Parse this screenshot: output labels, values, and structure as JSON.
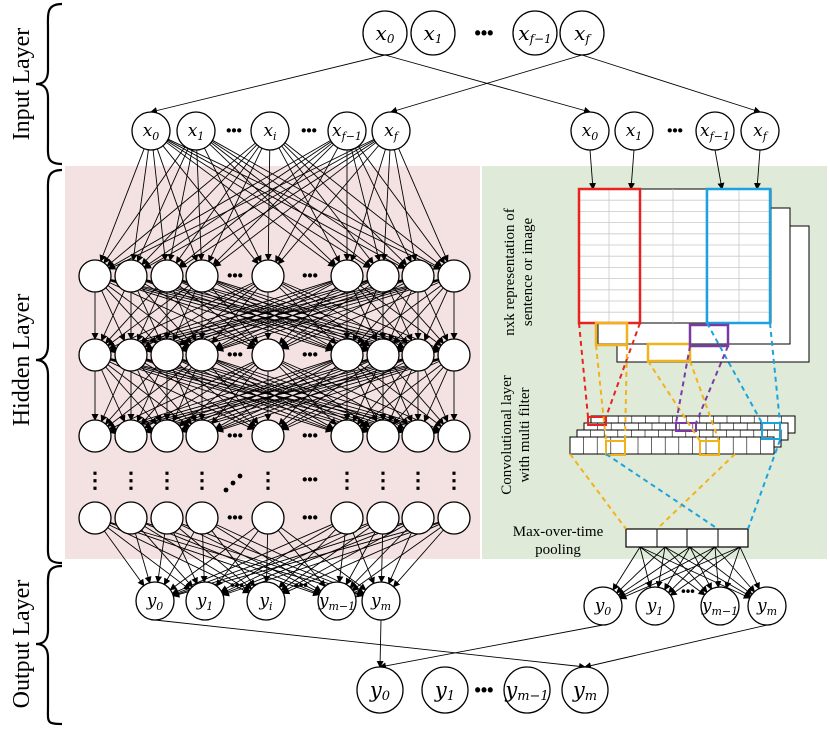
{
  "layers": {
    "input": "Input Layer",
    "hidden": "Hidden Layer",
    "output": "Output Layer"
  },
  "cnn": {
    "representation": [
      "nxk representation of",
      "sentence or image"
    ],
    "conv": [
      "Convolutional layer",
      "with multi filter"
    ],
    "pool": [
      "Max-over-time",
      "pooling"
    ]
  },
  "colors": {
    "dnn_panel": "#f4e2e2",
    "cnn_panel": "#dfebd8",
    "red": "#e8231f",
    "blue": "#1aa3e0",
    "yellow": "#f2b21b",
    "purple": "#7a3aa6"
  },
  "top_inputs": [
    {
      "base": "x",
      "sub": "0"
    },
    {
      "base": "x",
      "sub": "1"
    },
    {
      "base": "x",
      "sub": "f−1"
    },
    {
      "base": "x",
      "sub": "f"
    }
  ],
  "dnn_inputs": [
    {
      "base": "x",
      "sub": "0"
    },
    {
      "base": "x",
      "sub": "1"
    },
    {
      "base": "x",
      "sub": "i"
    },
    {
      "base": "x",
      "sub": "f−1"
    },
    {
      "base": "x",
      "sub": "f"
    }
  ],
  "cnn_inputs": [
    {
      "base": "x",
      "sub": "0"
    },
    {
      "base": "x",
      "sub": "1"
    },
    {
      "base": "x",
      "sub": "f−1"
    },
    {
      "base": "x",
      "sub": "f"
    }
  ],
  "dnn_outputs": [
    {
      "base": "y",
      "sub": "0"
    },
    {
      "base": "y",
      "sub": "1"
    },
    {
      "base": "y",
      "sub": "i"
    },
    {
      "base": "y",
      "sub": "m−1"
    },
    {
      "base": "y",
      "sub": "m"
    }
  ],
  "cnn_outputs": [
    {
      "base": "y",
      "sub": "0"
    },
    {
      "base": "y",
      "sub": "1"
    },
    {
      "base": "y",
      "sub": "m−1"
    },
    {
      "base": "y",
      "sub": "m"
    }
  ],
  "final_outputs": [
    {
      "base": "y",
      "sub": "0"
    },
    {
      "base": "y",
      "sub": "1"
    },
    {
      "base": "y",
      "sub": "m−1"
    },
    {
      "base": "y",
      "sub": "m"
    }
  ],
  "ellipsis": "•••",
  "vertical_dots": "⋮"
}
